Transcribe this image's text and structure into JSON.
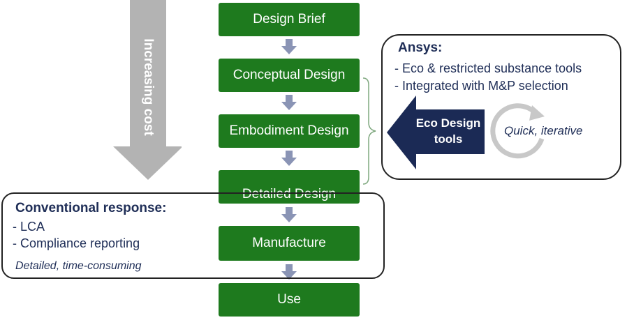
{
  "cost_arrow": {
    "label": "Increasing cost"
  },
  "stages": [
    "Design Brief",
    "Conceptual Design",
    "Embodiment Design",
    "Detailed Design",
    "Manufacture",
    "Use"
  ],
  "ansys": {
    "title": "Ansys:",
    "items": [
      "- Eco & restricted substance tools",
      "- Integrated with M&P selection"
    ],
    "tool_label_line1": "Eco Design",
    "tool_label_line2": "tools",
    "cycle_label": "Quick, iterative"
  },
  "conventional": {
    "title": "Conventional response:",
    "items": [
      "- LCA",
      "- Compliance reporting"
    ],
    "note": "Detailed, time-consuming"
  },
  "colors": {
    "stage_green": "#1e7a1e",
    "arrow_gray": "#b3b3b3",
    "small_arrow": "#8a94b5",
    "navy": "#1f2e57",
    "eco_arrow": "#1b2a55"
  }
}
